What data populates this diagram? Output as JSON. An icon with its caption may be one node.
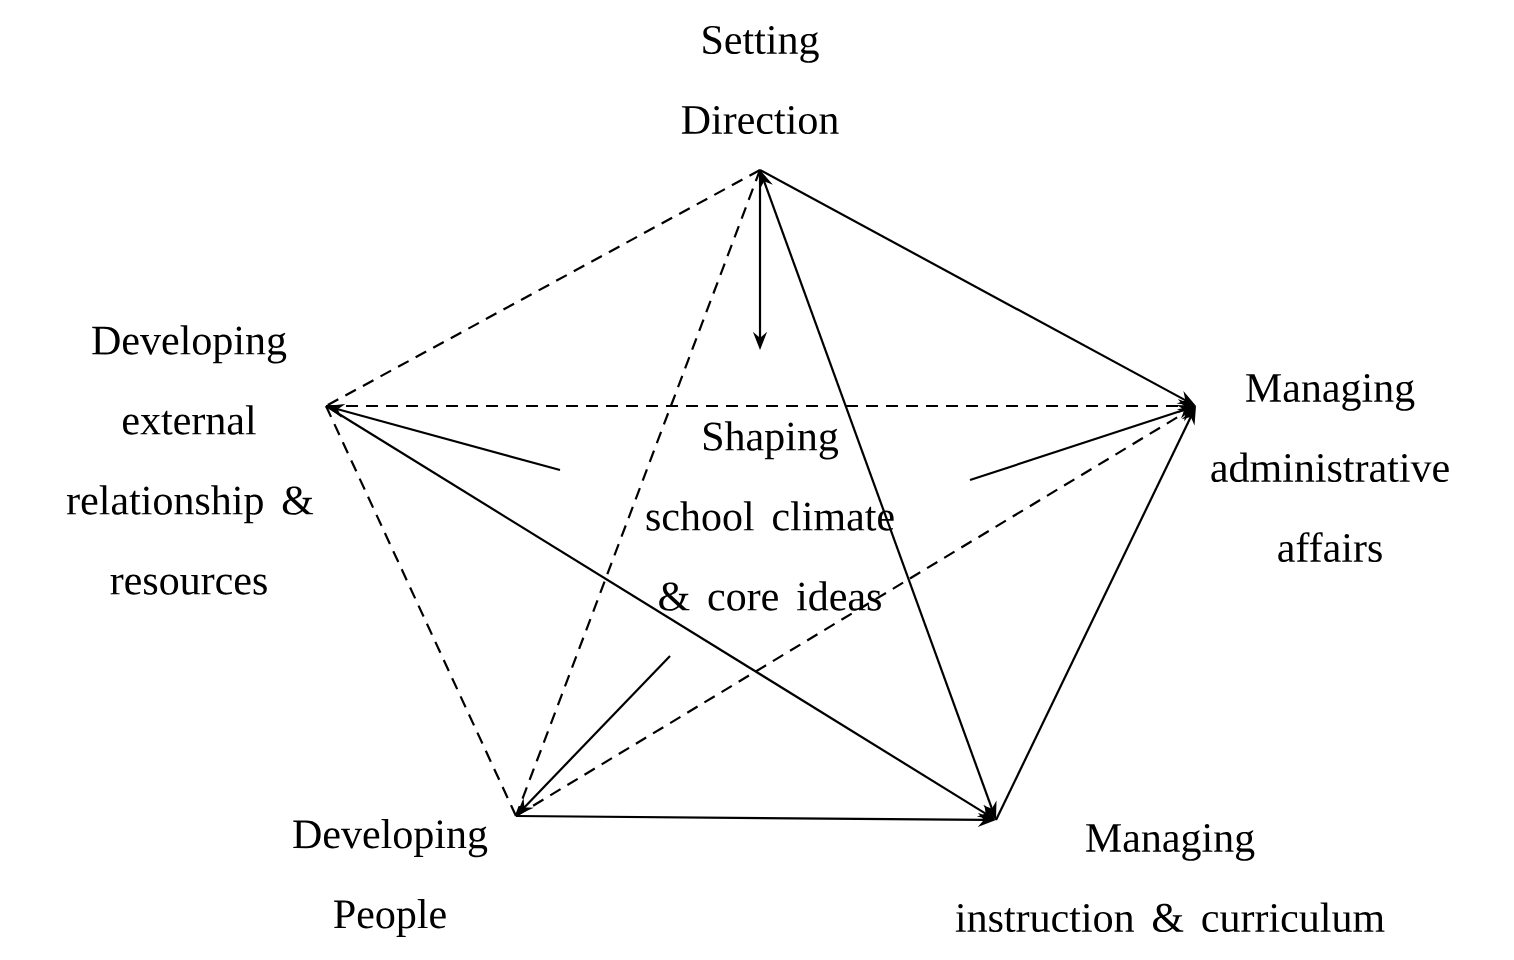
{
  "diagram": {
    "nodes": [
      {
        "text": [
          "Setting Direction"
        ]
      },
      {
        "text": [
          "Developing external relationship & resources"
        ]
      },
      {
        "text": [
          "Shaping school climate & core ideas"
        ]
      },
      {
        "text": [
          "Managing administrative affairs"
        ]
      },
      {
        "text": [
          "Developing People"
        ]
      },
      {
        "text": [
          "Managing instruction & curriculum"
        ]
      }
    ],
    "edges": [
      {
        "from": 0,
        "to": 2,
        "arrow": "to"
      },
      {
        "from": 0,
        "to": 3,
        "arrow": "to"
      },
      {
        "from": 0,
        "to": 1,
        "arrow": "none",
        "style": "dashed"
      },
      {
        "from": 0,
        "to": 4,
        "arrow": "none",
        "style": "dashed"
      },
      {
        "from": 0,
        "to": 5,
        "arrow": "both"
      },
      {
        "from": 1,
        "to": 3,
        "arrow": "to",
        "style": "dashed"
      },
      {
        "from": 2,
        "to": 1,
        "arrow": "to"
      },
      {
        "from": 1,
        "to": 5,
        "arrow": "to"
      },
      {
        "from": 1,
        "to": 4,
        "arrow": "none",
        "style": "dashed"
      },
      {
        "from": 2,
        "to": 3,
        "arrow": "to"
      },
      {
        "from": 4,
        "to": 3,
        "arrow": "to",
        "style": "dashed"
      },
      {
        "from": 2,
        "to": 4,
        "arrow": "to"
      },
      {
        "from": 4,
        "to": 5,
        "arrow": "to"
      },
      {
        "from": 5,
        "to": 3,
        "arrow": "to"
      }
    ]
  }
}
